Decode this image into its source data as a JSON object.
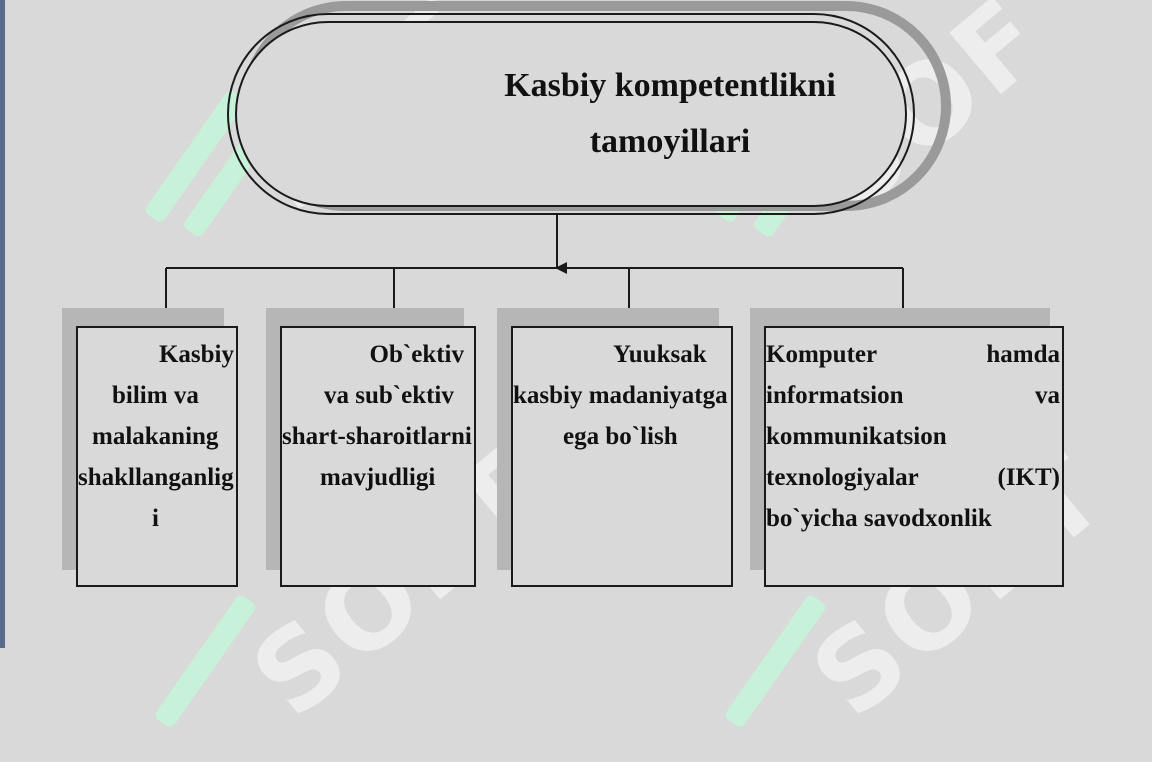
{
  "title": {
    "line1": "Kasbiy  kompetentlikni",
    "line2": "tamoyillari"
  },
  "watermark": {
    "text": "SOFT",
    "text_short": "SOF"
  },
  "boxes": [
    {
      "lines": [
        "Kasbiy",
        "bilim va",
        "malakaning",
        "shakllanganlig",
        "i"
      ]
    },
    {
      "lines": [
        "Ob`ektiv",
        "va sub`ektiv",
        "shart-sharoitlarni",
        "mavjudligi"
      ]
    },
    {
      "lines": [
        "Yuuksak",
        "kasbiy madaniyatga",
        "ega bo`lish"
      ]
    },
    {
      "lines": [
        "Komputer",
        "hamda",
        "informatsion",
        "va",
        "kommunikatsion",
        "texnologiyalar",
        "(IKT)",
        "bo`yicha savodxonlik"
      ]
    }
  ],
  "colors": {
    "background": "#d9d9d9",
    "line": "#1a1a1a",
    "shadow": "#b6b6b6",
    "watermark": "#c7f2d9"
  }
}
